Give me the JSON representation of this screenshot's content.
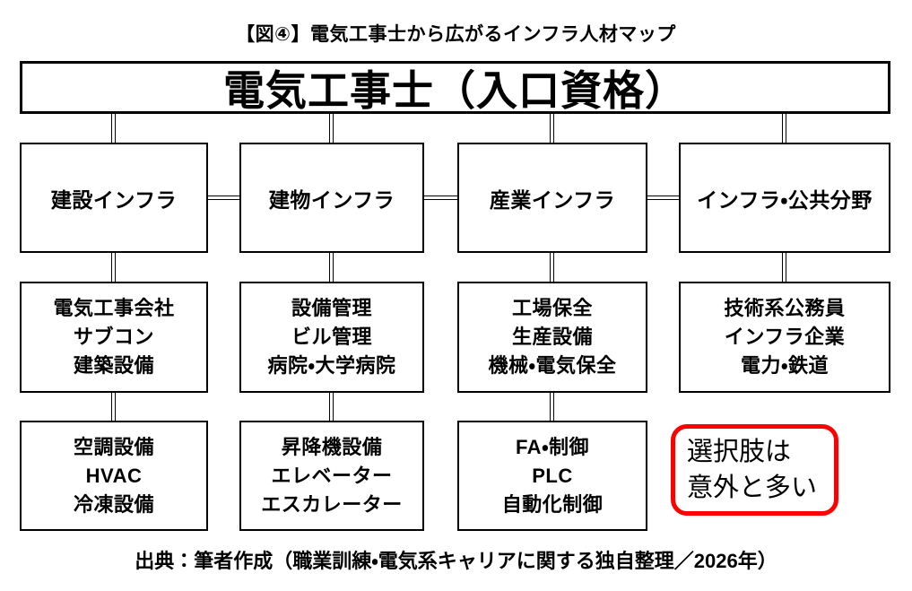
{
  "title": "【図④】電気工事士から広がるインフラ人材マップ",
  "root": {
    "label": "電気工事士（入口資格）"
  },
  "columns": [
    {
      "category": "建設インフラ",
      "mid": [
        "電気工事会社",
        "サブコン",
        "建築設備"
      ],
      "bottom": [
        "空調設備",
        "HVAC",
        "冷凍設備"
      ]
    },
    {
      "category": "建物インフラ",
      "mid": [
        "設備管理",
        "ビル管理",
        "病院・大学病院"
      ],
      "bottom": [
        "昇降機設備",
        "エレベーター",
        "エスカレーター"
      ]
    },
    {
      "category": "産業インフラ",
      "mid": [
        "工場保全",
        "生産設備",
        "機械・電気保全"
      ],
      "bottom": [
        "FA・制御",
        "PLC",
        "自動化制御"
      ]
    },
    {
      "category": "インフラ・公共分野",
      "mid": [
        "技術系公務員",
        "インフラ企業",
        "電力・鉄道"
      ]
    }
  ],
  "callout": {
    "lines": [
      "選択肢は",
      "意外と多い"
    ],
    "border_color": "#ff0000",
    "text_color": "#000000"
  },
  "source": "出典：筆者作成（職業訓練・電気系キャリアに関する独自整理／2026年）",
  "colors": {
    "line": "#000000",
    "background": "#ffffff",
    "accent": "#ff0000"
  }
}
